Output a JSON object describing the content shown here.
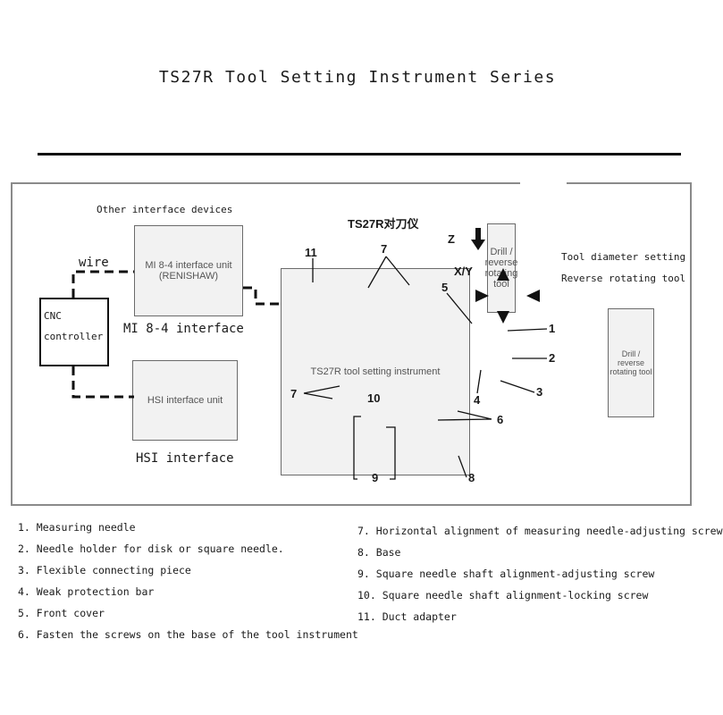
{
  "title": "TS27R Tool Setting Instrument Series",
  "diagram": {
    "product_label": "TS27R对刀仪",
    "other_devices_label": "Other interface devices",
    "wire_label": "wire",
    "cnc_label_line1": "CNC",
    "cnc_label_line2": "controller",
    "mi84_label": "MI 8-4 interface",
    "hsi_label": "HSI interface",
    "axis_z": "Z",
    "axis_xy": "X/Y",
    "side_note_line1": "Tool diameter setting",
    "side_note_line2": "Reverse rotating tool",
    "callouts": [
      "1",
      "2",
      "3",
      "4",
      "5",
      "6",
      "7",
      "7",
      "8",
      "9",
      "10",
      "11"
    ],
    "images": {
      "mi84_photo": "MI 8-4 interface unit (RENISHAW)",
      "hsi_photo": "HSI interface unit",
      "instrument_photo": "TS27R tool setting instrument",
      "drill_photo": "Drill / reverse rotating tool"
    }
  },
  "legend_left": [
    "1. Measuring needle",
    "2. Needle holder for disk or square needle.",
    "3. Flexible connecting piece",
    "4. Weak protection bar",
    "5. Front cover",
    "6. Fasten the screws on the base of the tool instrument"
  ],
  "legend_right": [
    "7. Horizontal alignment of measuring needle-adjusting screw",
    "8. Base",
    "9. Square needle shaft alignment-adjusting screw",
    "10. Square needle shaft alignment-locking screw",
    "11. Duct adapter"
  ]
}
